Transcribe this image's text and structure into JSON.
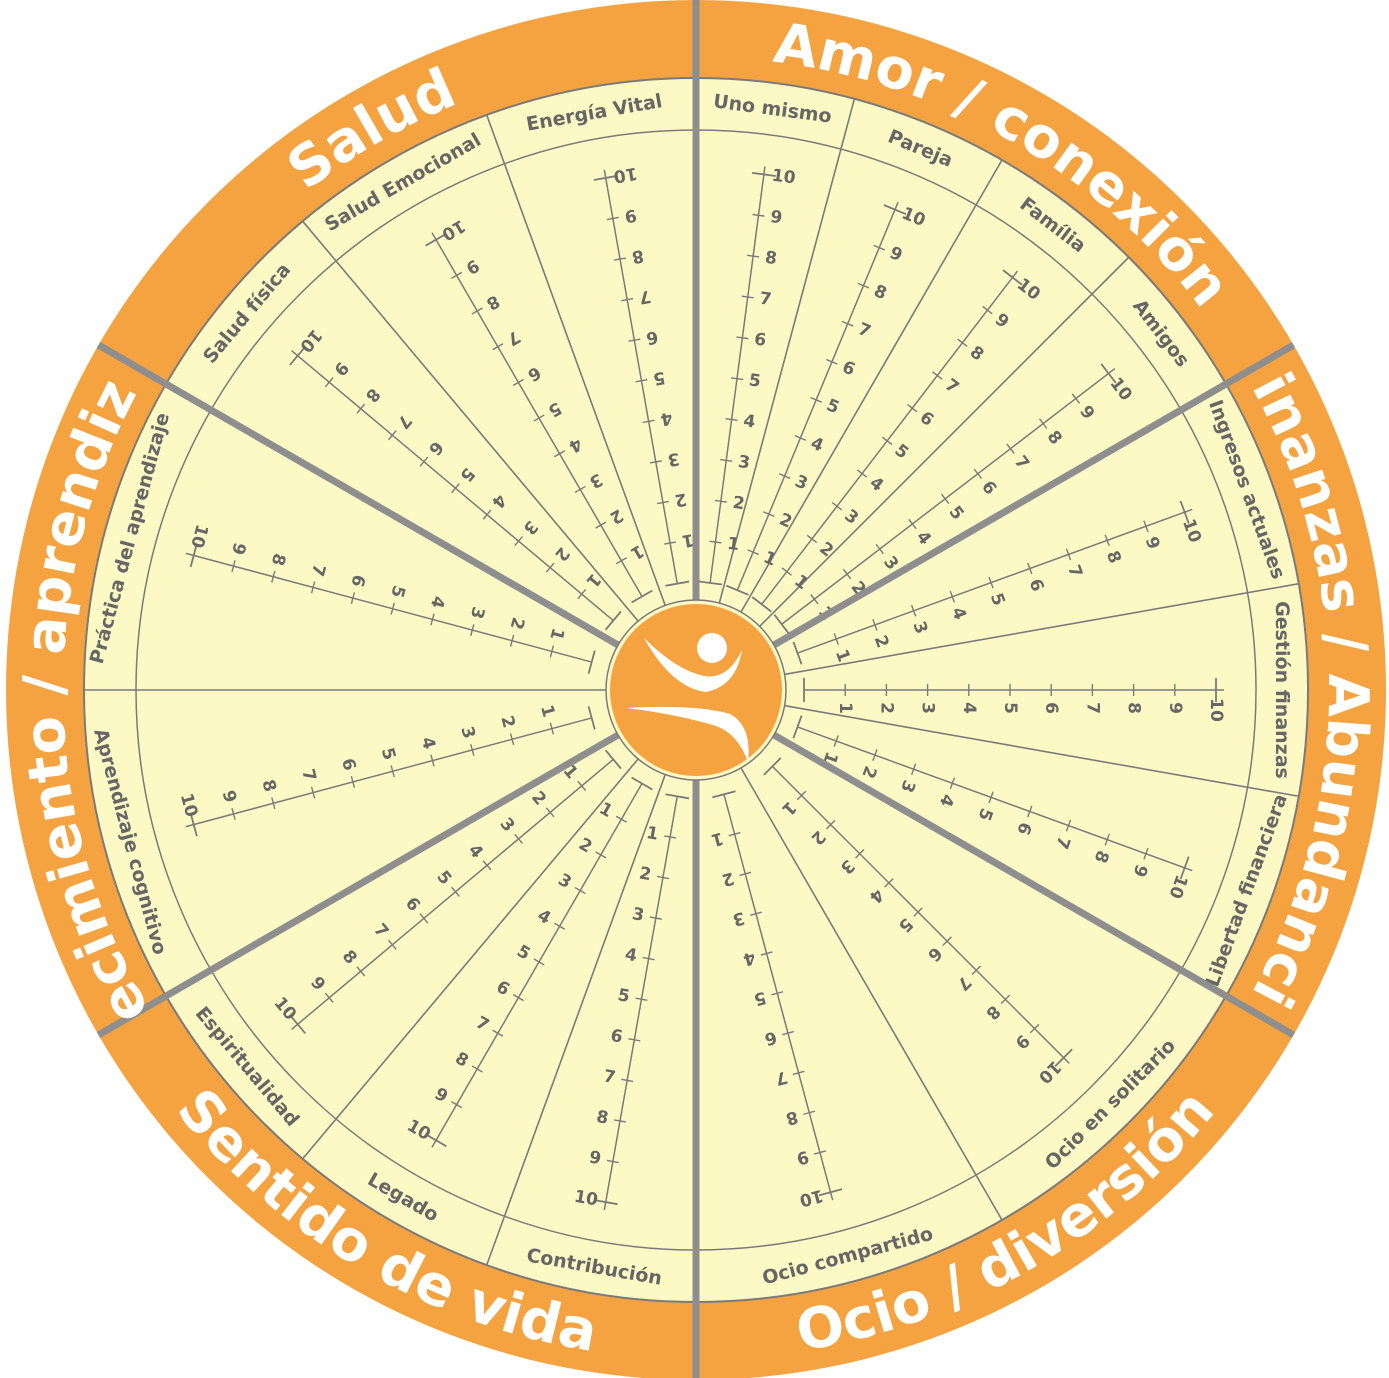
{
  "colors": {
    "orange": "#f4a340",
    "cream": "#fdf9c4",
    "gray": "#8e8e8e",
    "line": "#7a7a7a",
    "text": "#666666",
    "white": "#ffffff"
  },
  "center": {
    "icon": "runner-logo-icon"
  },
  "scale": [
    "1",
    "2",
    "3",
    "4",
    "5",
    "6",
    "7",
    "8",
    "9",
    "10"
  ],
  "domains": [
    {
      "name": "Salud",
      "areas": [
        "Salud física",
        "Salud Emocional",
        "Energía Vital"
      ]
    },
    {
      "name": "Amor / conexión",
      "areas": [
        "Uno mismo",
        "Pareja",
        "Família",
        "Amigos"
      ]
    },
    {
      "name": "Finanzas / Abundancia",
      "areas": [
        "Ingresos actuales",
        "Gestión finanzas",
        "Libertad financiera"
      ]
    },
    {
      "name": "Ocio / diversión",
      "areas": [
        "Ocio en solitario",
        "Ocio compartido"
      ]
    },
    {
      "name": "Sentido de vida",
      "areas": [
        "Contribución",
        "Legado",
        "Espiritualidad"
      ]
    },
    {
      "name": "Crecimiento / aprendizaje",
      "areas": [
        "Aprendizaje cognitivo",
        "Práctica del aprendizaje"
      ]
    }
  ]
}
